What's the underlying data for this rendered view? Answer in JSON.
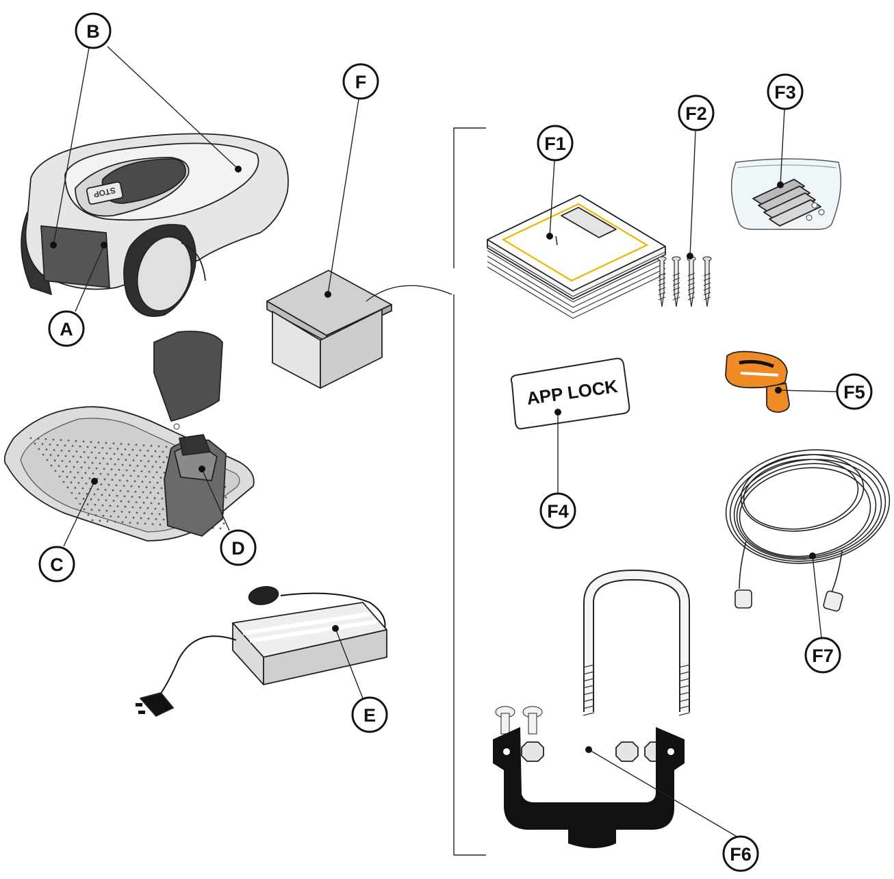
{
  "labels": {
    "A": "A",
    "B": "B",
    "C": "C",
    "D": "D",
    "E": "E",
    "F": "F",
    "F1": "F1",
    "F2": "F2",
    "F3": "F3",
    "F4": "F4",
    "F5": "F5",
    "F6": "F6",
    "F7": "F7"
  },
  "mower_cover_text": "STOP",
  "app_lock_card_text": "APP LOCK",
  "colors": {
    "mower_body": "#e6e6e6",
    "dark_part": "#555555",
    "accent_orange": "#f08a24",
    "manual_border": "#f0b400",
    "bracket_black": "#111111"
  }
}
